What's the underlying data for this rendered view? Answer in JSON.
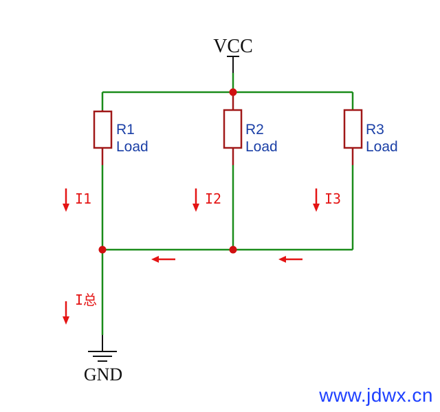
{
  "labels": {
    "vcc": "VCC",
    "gnd": "GND",
    "r1_name": "R1",
    "r1_type": "Load",
    "r2_name": "R2",
    "r2_type": "Load",
    "r3_name": "R3",
    "r3_type": "Load",
    "i1": "I1",
    "i2": "I2",
    "i3": "I3",
    "itotal": "I总"
  },
  "watermark": "www.jdwx.cn",
  "colors": {
    "wire": "#1a8c1a",
    "resistor": "#a01818",
    "node": "#d01010",
    "arrow": "#e41414",
    "label_blue": "#1a3fa6",
    "black": "#111111"
  }
}
